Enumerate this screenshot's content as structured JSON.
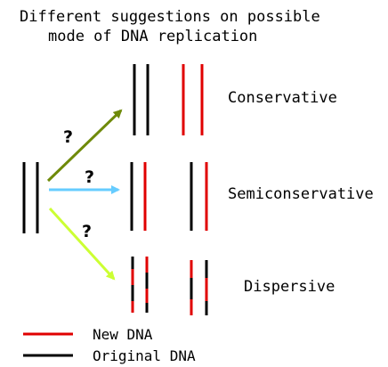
{
  "title": {
    "line1": "Different suggestions on possible",
    "line2": "mode of DNA replication"
  },
  "question_mark": "?",
  "models": [
    {
      "label": "Conservative",
      "arrow_color": "#6f8a0a"
    },
    {
      "label": "Semiconservative",
      "arrow_color": "#66ccff"
    },
    {
      "label": "Dispersive",
      "arrow_color": "#ccff33"
    }
  ],
  "legend": [
    {
      "label": "New DNA",
      "color": "#e00000"
    },
    {
      "label": "Original DNA",
      "color": "#000000"
    }
  ],
  "colors": {
    "new_dna": "#e00000",
    "original_dna": "#000000"
  }
}
